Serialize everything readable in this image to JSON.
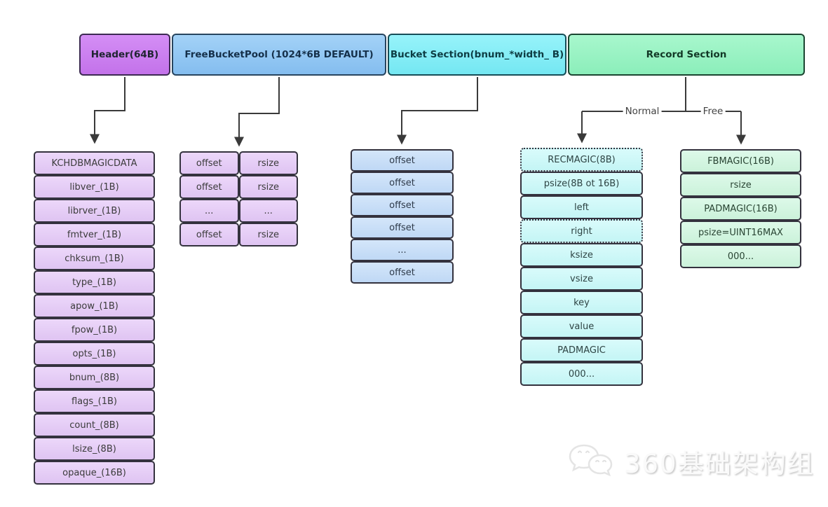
{
  "sections": [
    {
      "label": "Header(64B)",
      "color": "#cb7ef0"
    },
    {
      "label": "FreeBucketPool (1024*6B DEFAULT)",
      "color": "#93c9f5"
    },
    {
      "label": "Bucket Section(bnum_*width_ B)",
      "color": "#87eef8"
    },
    {
      "label": "Record Section",
      "color": "#99f5c2"
    }
  ],
  "header_fields": {
    "items": [
      "KCHDBMAGICDATA",
      "libver_(1B)",
      "librver_(1B)",
      "fmtver_(1B)",
      "chksum_(1B)",
      "type_(1B)",
      "apow_(1B)",
      "fpow_(1B)",
      "opts_(1B)",
      "bnum_(8B)",
      "flags_(1B)",
      "count_(8B)",
      "lsize_(8B)",
      "opaque_(16B)"
    ],
    "color": "#e6cdf6"
  },
  "free_bucket_pool": {
    "rows": [
      [
        "offset",
        "rsize"
      ],
      [
        "offset",
        "rsize"
      ],
      [
        "...",
        "..."
      ],
      [
        "offset",
        "rsize"
      ]
    ],
    "color": "#e6cdf6"
  },
  "bucket_section": {
    "items": [
      "offset",
      "offset",
      "offset",
      "offset",
      "...",
      "offset"
    ],
    "color": "#c9ddf7"
  },
  "record_section": {
    "branches": {
      "normal": "Normal",
      "free": "Free"
    },
    "normal_items": [
      "RECMAGIC(8B)",
      "psize(8B ot 16B)",
      "left",
      "right",
      "ksize",
      "vsize",
      "key",
      "value",
      "PADMAGIC",
      "000..."
    ],
    "free_items": [
      "FBMAGIC(16B)",
      "rsize",
      "PADMAGIC(16B)",
      "psize=UINT16MAX",
      "000..."
    ],
    "normal_color": "#ccf7f7",
    "free_color": "#d2f5e1"
  },
  "watermark": {
    "text": "360基础架构组",
    "logo": "wechat-icon"
  }
}
